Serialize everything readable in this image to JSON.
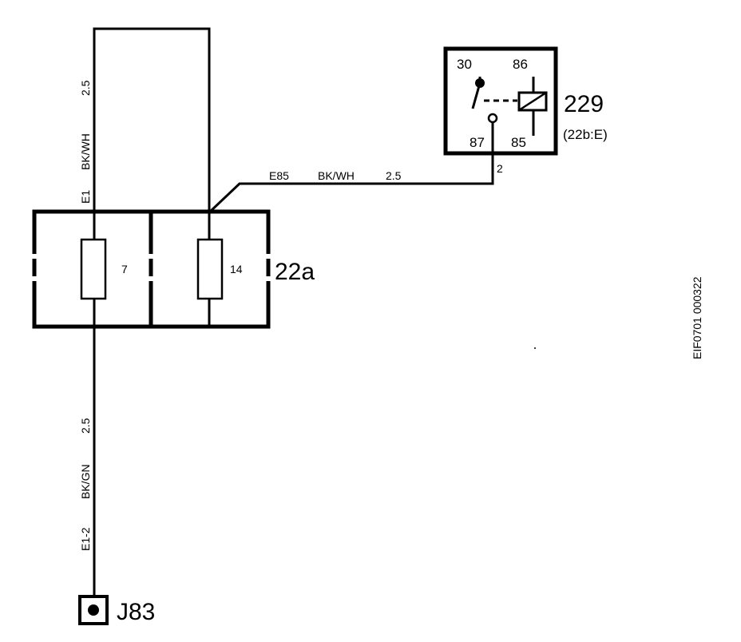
{
  "diagram": {
    "fuse_block": {
      "label": "22a",
      "fuses": [
        {
          "number": "7"
        },
        {
          "number": "14"
        }
      ]
    },
    "relay": {
      "label": "229",
      "sublabel": "(22b:E)",
      "terminals": {
        "t30": "30",
        "t86": "86",
        "t87": "87",
        "t85": "85"
      },
      "pin": "2"
    },
    "wires": {
      "left_top": {
        "id": "E1",
        "color": "BK/WH",
        "size": "2.5"
      },
      "relay_feed": {
        "id": "E85",
        "color": "BK/WH",
        "size": "2.5"
      },
      "bottom": {
        "id": "E1-2",
        "color": "BK/GN",
        "size": "2.5"
      }
    },
    "connector": {
      "label": "J83"
    },
    "figure_id": "EIF0701 000322"
  }
}
